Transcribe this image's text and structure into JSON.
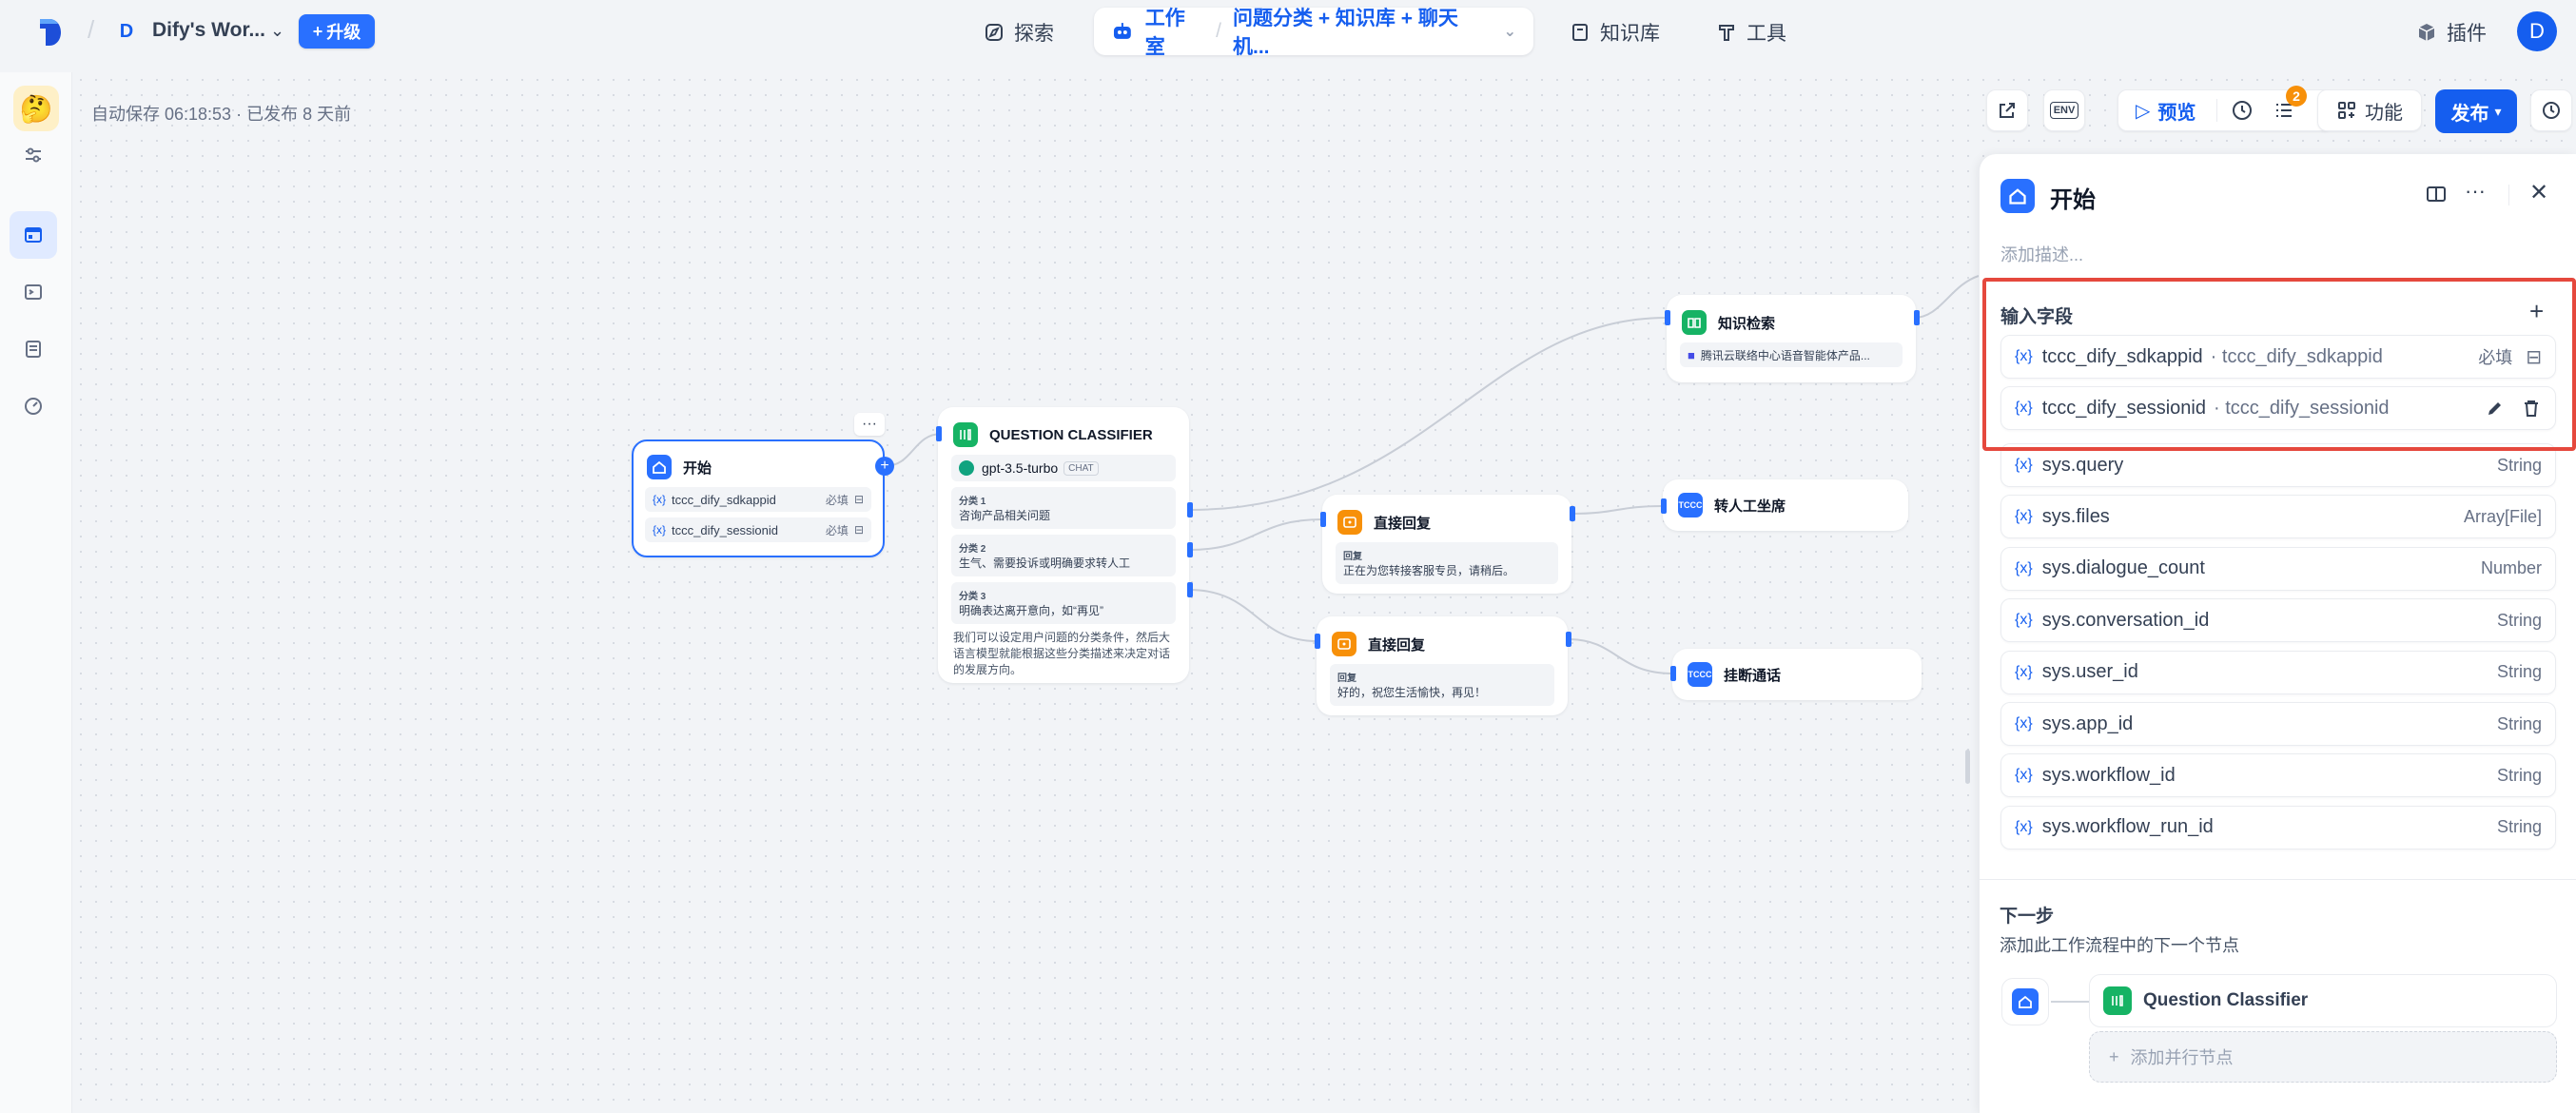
{
  "header": {
    "workspace_initial": "D",
    "workspace_name": "Dify's Wor...",
    "upgrade_label": "升级",
    "nav": {
      "explore": "探索",
      "studio": "工作室",
      "app_name": "问题分类 + 知识库 + 聊天机...",
      "knowledge": "知识库",
      "tools": "工具",
      "plugins": "插件"
    },
    "user_initial": "D"
  },
  "toolbar": {
    "autosave": "自动保存 06:18:53 · 已发布 8 天前",
    "env_label": "ENV",
    "preview_label": "预览",
    "checklist_count": "2",
    "features_label": "功能",
    "publish_label": "发布"
  },
  "nodes": {
    "start": {
      "title": "开始",
      "vars": [
        {
          "name": "tccc_dify_sdkappid",
          "tag": "必填"
        },
        {
          "name": "tccc_dify_sessionid",
          "tag": "必填"
        }
      ]
    },
    "classifier": {
      "title": "QUESTION CLASSIFIER",
      "model": "gpt-3.5-turbo",
      "model_tag": "CHAT",
      "classes": [
        {
          "label": "分类 1",
          "text": "咨询产品相关问题"
        },
        {
          "label": "分类 2",
          "text": "生气、需要投诉或明确要求转人工"
        },
        {
          "label": "分类 3",
          "text": "明确表达离开意向，如“再见”"
        }
      ],
      "desc": "我们可以设定用户问题的分类条件，然后大语言模型就能根据这些分类描述来决定对话的发展方向。"
    },
    "knowledge": {
      "title": "知识检索",
      "item": "腾讯云联络中心语音智能体产品..."
    },
    "reply1": {
      "title": "直接回复",
      "label": "回复",
      "text": "正在为您转接客服专员，请稍后。"
    },
    "reply2": {
      "title": "直接回复",
      "label": "回复",
      "text": "好的，祝您生活愉快，再见！"
    },
    "transfer": {
      "title": "转人工坐席"
    },
    "hangup": {
      "title": "挂断通话"
    }
  },
  "panel": {
    "title": "开始",
    "desc_placeholder": "添加描述...",
    "input_fields_title": "输入字段",
    "fields": [
      {
        "name": "tccc_dify_sdkappid",
        "alias": "· tccc_dify_sdkappid",
        "tag": "必填"
      },
      {
        "name": "tccc_dify_sessionid",
        "alias": "· tccc_dify_sessionid",
        "tag": ""
      }
    ],
    "sys_vars": [
      {
        "name": "sys.query",
        "type": "String"
      },
      {
        "name": "sys.files",
        "type": "Array[File]"
      },
      {
        "name": "sys.dialogue_count",
        "type": "Number"
      },
      {
        "name": "sys.conversation_id",
        "type": "String"
      },
      {
        "name": "sys.user_id",
        "type": "String"
      },
      {
        "name": "sys.app_id",
        "type": "String"
      },
      {
        "name": "sys.workflow_id",
        "type": "String"
      },
      {
        "name": "sys.workflow_run_id",
        "type": "String"
      }
    ],
    "next_step_title": "下一步",
    "next_step_desc": "添加此工作流程中的下一个节点",
    "next_node": "Question Classifier",
    "add_parallel": "添加并行节点"
  },
  "colors": {
    "accent": "#155eef",
    "highlight": "#e5483d",
    "classifier": "#16b364",
    "reply": "#f79009"
  }
}
